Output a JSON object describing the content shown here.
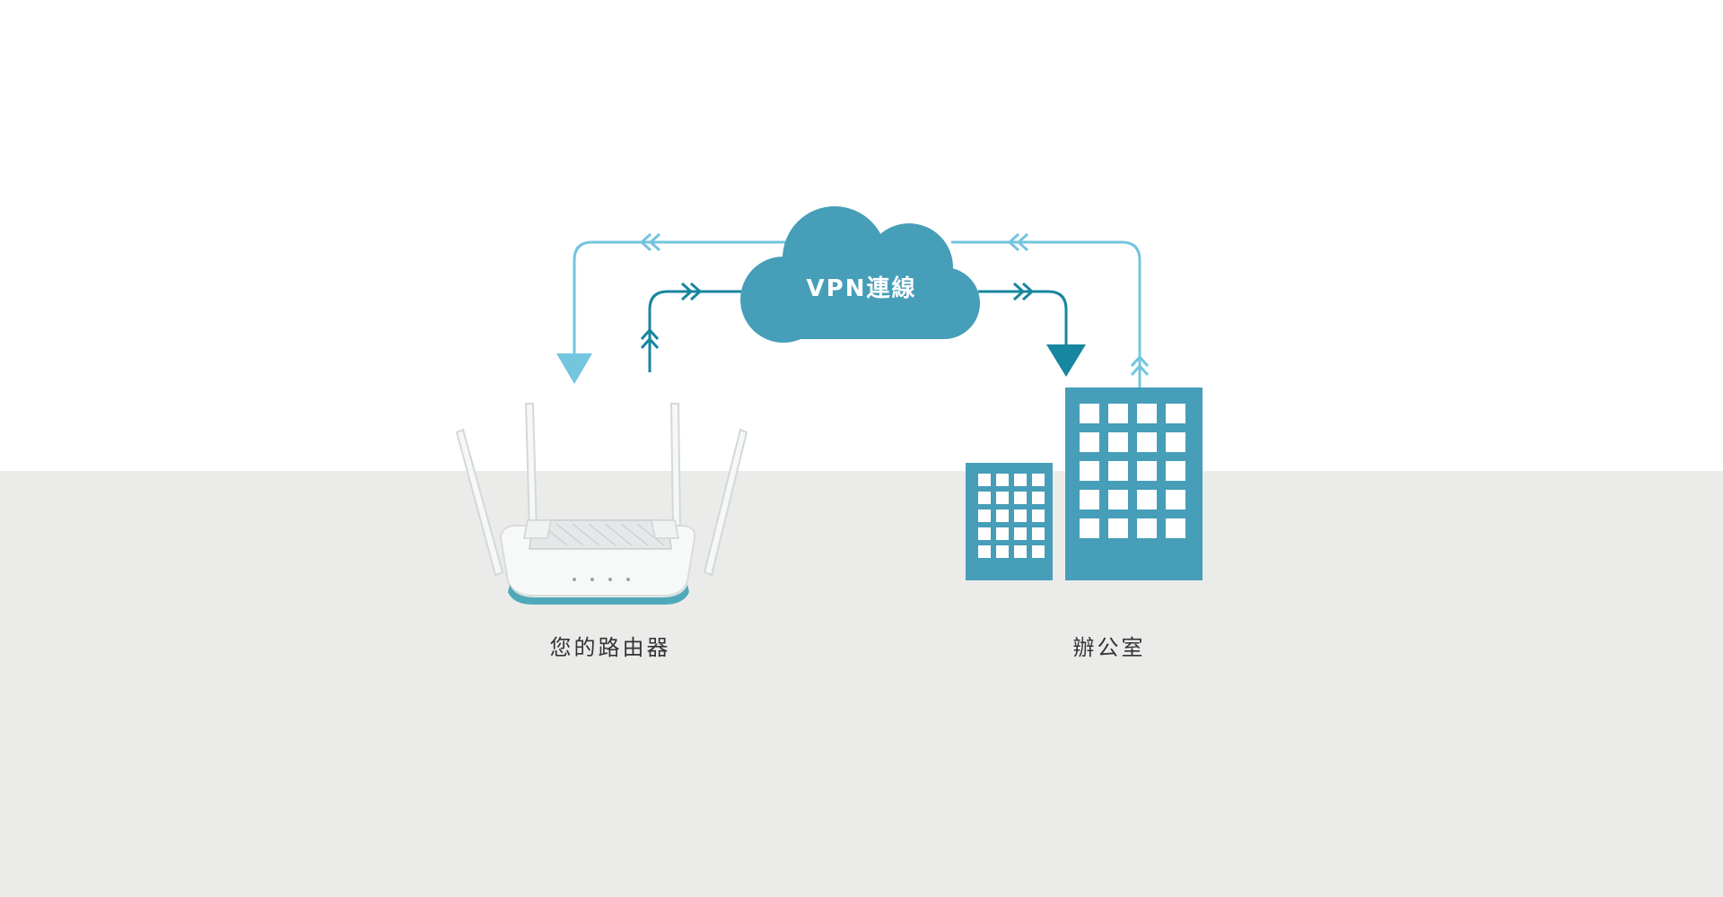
{
  "cloud": {
    "label": "VPN連線"
  },
  "labels": {
    "router": "您的路由器",
    "office": "辦公室"
  },
  "colors": {
    "cloud": "#469eb8",
    "building": "#469eb8",
    "arrow_light": "#74c5de",
    "arrow_dark": "#17869f",
    "ground": "#ebebea",
    "sky": "#ffffff",
    "text": "#333333"
  },
  "icons": [
    "cloud-icon",
    "router-icon",
    "office-building-icon",
    "arrow-icon"
  ]
}
